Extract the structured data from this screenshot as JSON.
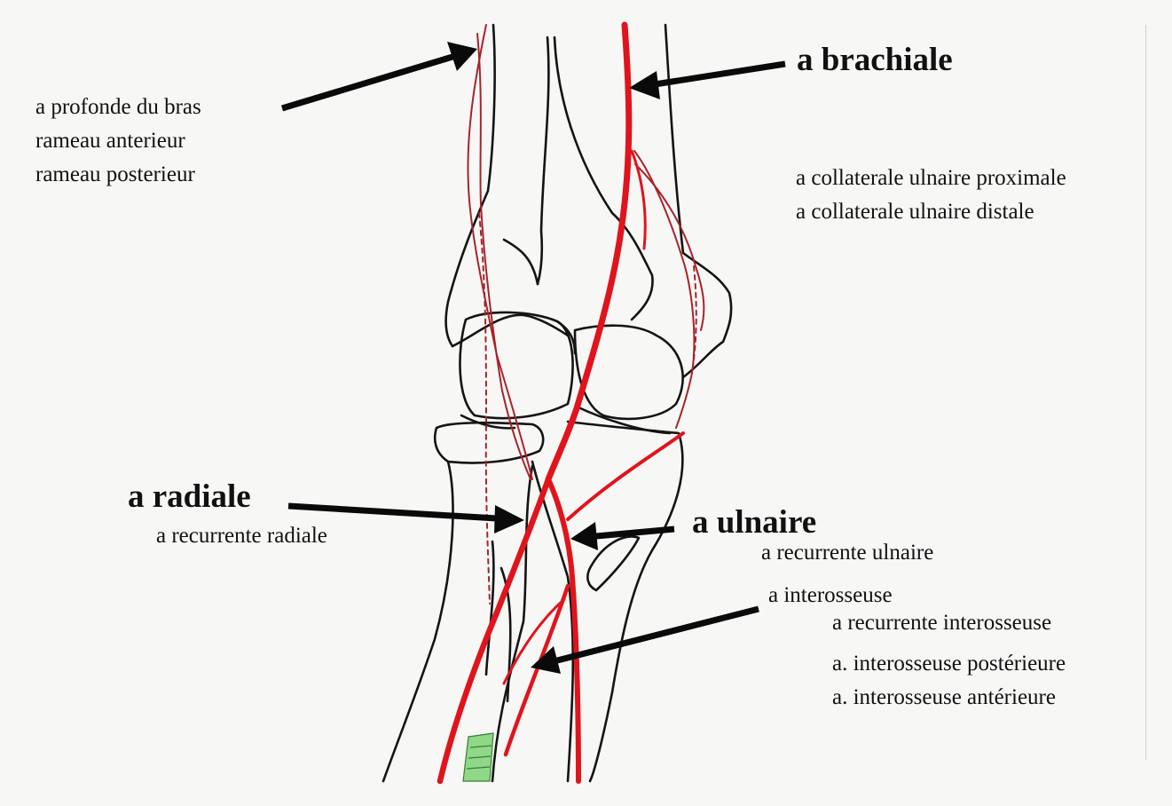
{
  "labels": {
    "profonde": "a profonde du bras",
    "rameau_anterieur": "rameau anterieur",
    "rameau_posterieur": "rameau posterieur",
    "brachiale": "a brachiale",
    "collat_proximale": "a collaterale ulnaire proximale",
    "collat_distale": "a collaterale ulnaire distale",
    "radiale": "a radiale",
    "recurrente_radiale": "a recurrente radiale",
    "ulnaire": "a ulnaire",
    "recurrente_ulnaire": "a recurrente ulnaire",
    "interosseuse": "a interosseuse",
    "recurrente_interosseuse": "a recurrente interosseuse",
    "interosseuse_posterieure": "a. interosseuse postérieure",
    "interosseuse_anterieure": "a. interosseuse antérieure"
  },
  "colors": {
    "artery": "#e0141c",
    "artery_dark": "#a8232a",
    "bone_outline": "#141414",
    "arrow": "#0a0a0a",
    "background": "#f7f7f6",
    "membrane": "#8fd888"
  }
}
